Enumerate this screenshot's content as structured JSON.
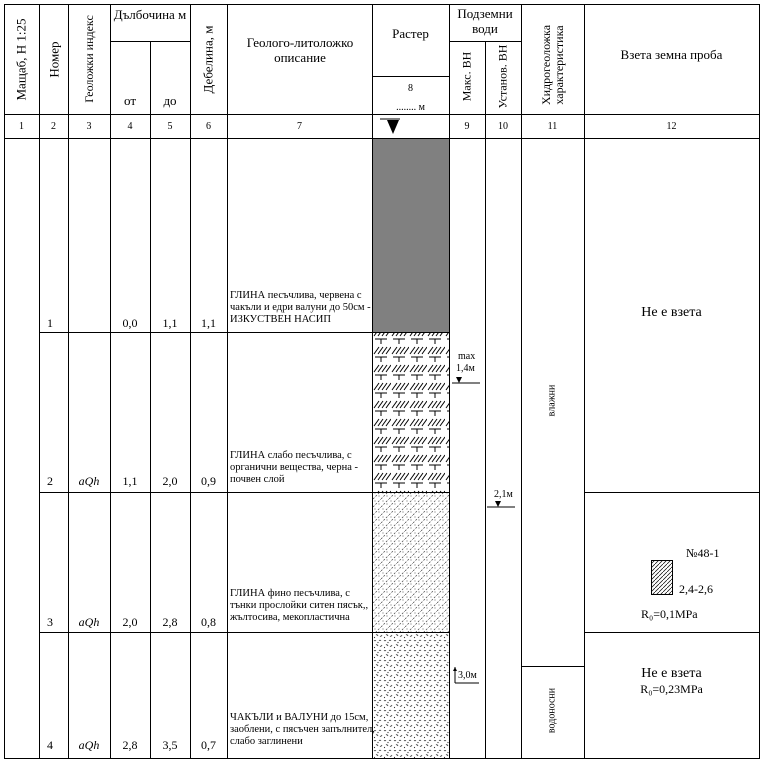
{
  "headers": {
    "col1": "Мащаб, Н 1:25",
    "col2": "Номер",
    "col3": "Геоложки индекс",
    "depth": "Дълбочина м",
    "from": "от",
    "to": "до",
    "col6": "Дебелина, м",
    "col7": "Геолого-литоложко описание",
    "col8": "Растер",
    "col8_sub": "8",
    "col8_m": "........ м",
    "groundwater": "Подземни води",
    "col9": "Макс. ВН",
    "col10": "Установ. ВН",
    "col11": "Хидрогеоложка характеристика",
    "col12": "Взета земна проба"
  },
  "col_numbers": [
    "1",
    "2",
    "3",
    "4",
    "5",
    "6",
    "7",
    "",
    "9",
    "10",
    "11",
    "12"
  ],
  "rows": [
    {
      "num": "1",
      "index": "",
      "from": "0,0",
      "to": "1,1",
      "thick": "1,1",
      "desc": "ГЛИНА песъчлива, червена с чакъли и едри валуни до 50см - ИЗКУСТВЕН НАСИП"
    },
    {
      "num": "2",
      "index": "aQh",
      "from": "1,1",
      "to": "2,0",
      "thick": "0,9",
      "desc": "ГЛИНА слабо песъчлива, с органични вещества, черна - почвен слой"
    },
    {
      "num": "3",
      "index": "aQh",
      "from": "2,0",
      "to": "2,8",
      "thick": "0,8",
      "desc": "ГЛИНА фино песъчлива, с тънки прослойки ситен пясък,, жълтосива, мекопластична"
    },
    {
      "num": "4",
      "index": "aQh",
      "from": "2,8",
      "to": "3,5",
      "thick": "0,7",
      "desc": "ЧАКЪЛИ и ВАЛУНИ до 15см, заоблени, с пясъчен запълнител, слабо заглинени"
    }
  ],
  "water": {
    "max_label": "max",
    "max_value": "1,4м",
    "established": "2,1м",
    "max_bottom": "3,0м"
  },
  "hydro": {
    "upper": "влажни",
    "lower": "водоносни"
  },
  "samples": {
    "s1": "Не е взета",
    "s2_num": "№48-1",
    "s2_range": "2,4-2,6",
    "s2_r": "R₀=0,1MPa",
    "s4": "Не е взета",
    "s4_r": "R₀=0,23MPa"
  }
}
